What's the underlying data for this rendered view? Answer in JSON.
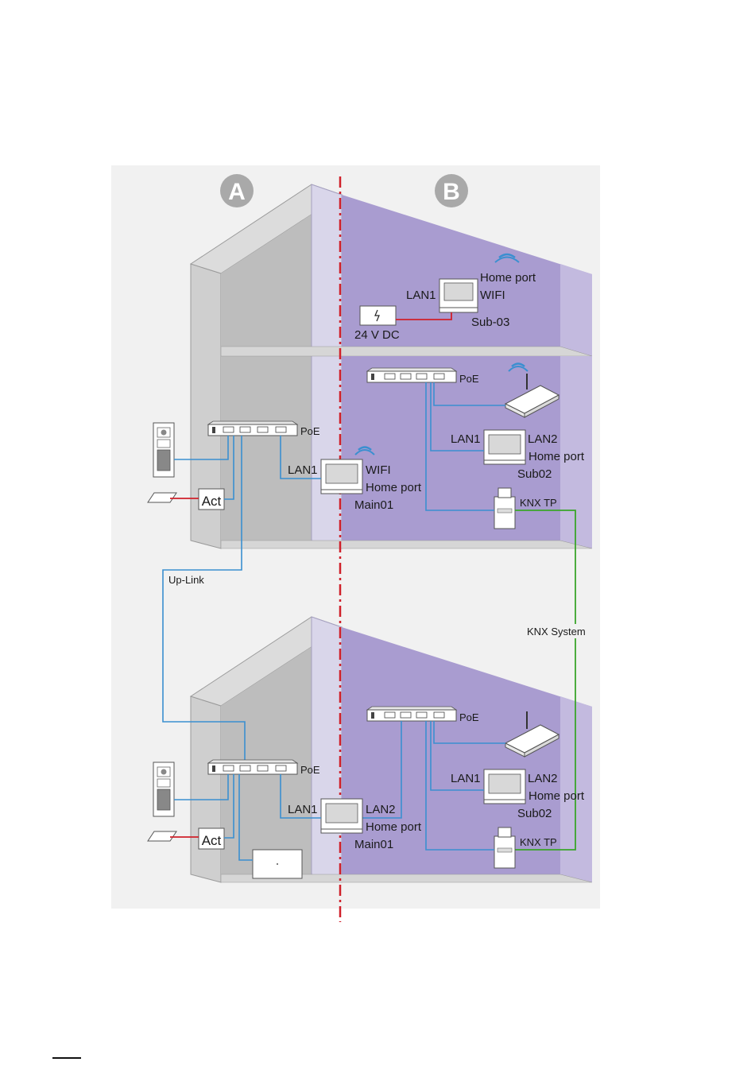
{
  "sections": {
    "a": "A",
    "b": "B"
  },
  "top": {
    "sub03": {
      "lan": "LAN1",
      "port": "Home port",
      "wifi": "WIFI",
      "name": "Sub-03",
      "power": "24 V DC"
    },
    "switch_b": {
      "label": "PoE"
    },
    "sub02": {
      "lan1": "LAN1",
      "lan2": "LAN2",
      "port": "Home port",
      "name": "Sub02"
    },
    "knx": {
      "label": "KNX TP"
    },
    "switch_a": {
      "label": "PoE"
    },
    "main01": {
      "lan": "LAN1",
      "wifi": "WIFI",
      "port": "Home port",
      "name": "Main01"
    },
    "act": "Act"
  },
  "uplink": "Up-Link",
  "knx_system": "KNX System",
  "bottom": {
    "switch_b": {
      "label": "PoE"
    },
    "sub02": {
      "lan1": "LAN1",
      "lan2": "LAN2",
      "port": "Home port",
      "name": "Sub02"
    },
    "knx": {
      "label": "KNX TP"
    },
    "switch_a": {
      "label": "PoE"
    },
    "main01": {
      "lan1": "LAN1",
      "lan2": "LAN2",
      "port": "Home port",
      "name": "Main01"
    },
    "act": "Act"
  },
  "colors": {
    "network": "#3a8fd0",
    "power": "#d0202a",
    "knx": "#3aa52a",
    "zone_b": "#a99cd0",
    "divider": "#d0202a"
  }
}
